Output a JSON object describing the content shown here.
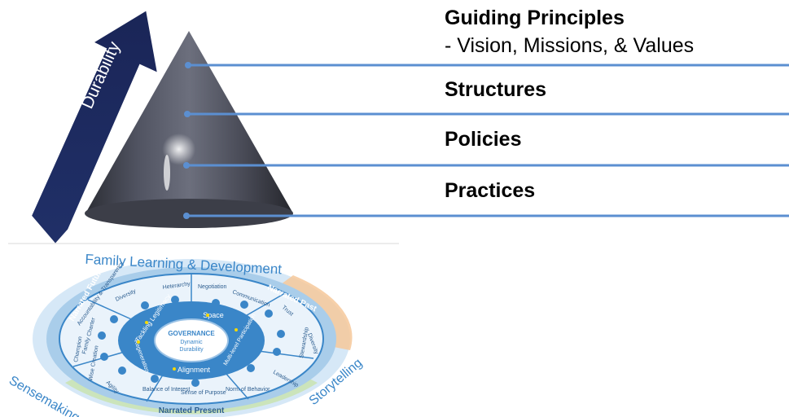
{
  "arrow_label": "Durability",
  "layers": [
    {
      "title": "Guiding Principles",
      "subtitle": "- Vision, Missions, & Values"
    },
    {
      "title": "Structures"
    },
    {
      "title": "Policies"
    },
    {
      "title": "Practices"
    }
  ],
  "wheel": {
    "outer_ring": [
      "Family Learning & Development",
      "Sensemaking",
      "Storytelling"
    ],
    "narrative_ring": [
      "Narrated Future",
      "Narrated Past",
      "Narrated Present"
    ],
    "center_lines": [
      "GOVERNANCE",
      "Dynamic",
      "Durability"
    ],
    "inner_ring": [
      "Tackling Legitimacy",
      "Space",
      "Multi-level Participation",
      "Alignment",
      "Regeneration"
    ],
    "factors": [
      "Heterarchy",
      "Diversity",
      "Accountability & Transparency",
      "Family Charter",
      "Champion",
      "Wise Creation",
      "Agility",
      "Balance of Interest",
      "Sense of Purpose",
      "Norm of Behavior",
      "Leadership",
      "Stewardship",
      "Diversity",
      "Trust",
      "Communication",
      "Negotiation"
    ]
  },
  "colors": {
    "arrow": "#1d2a5e",
    "line": "#5b8fd1",
    "wheel_blue": "#3a86c8",
    "wheel_light": "#bcd9f0",
    "ring_orange": "#f6c89a",
    "ring_green": "#c9e3b0",
    "accent_yellow": "#f5d800"
  }
}
